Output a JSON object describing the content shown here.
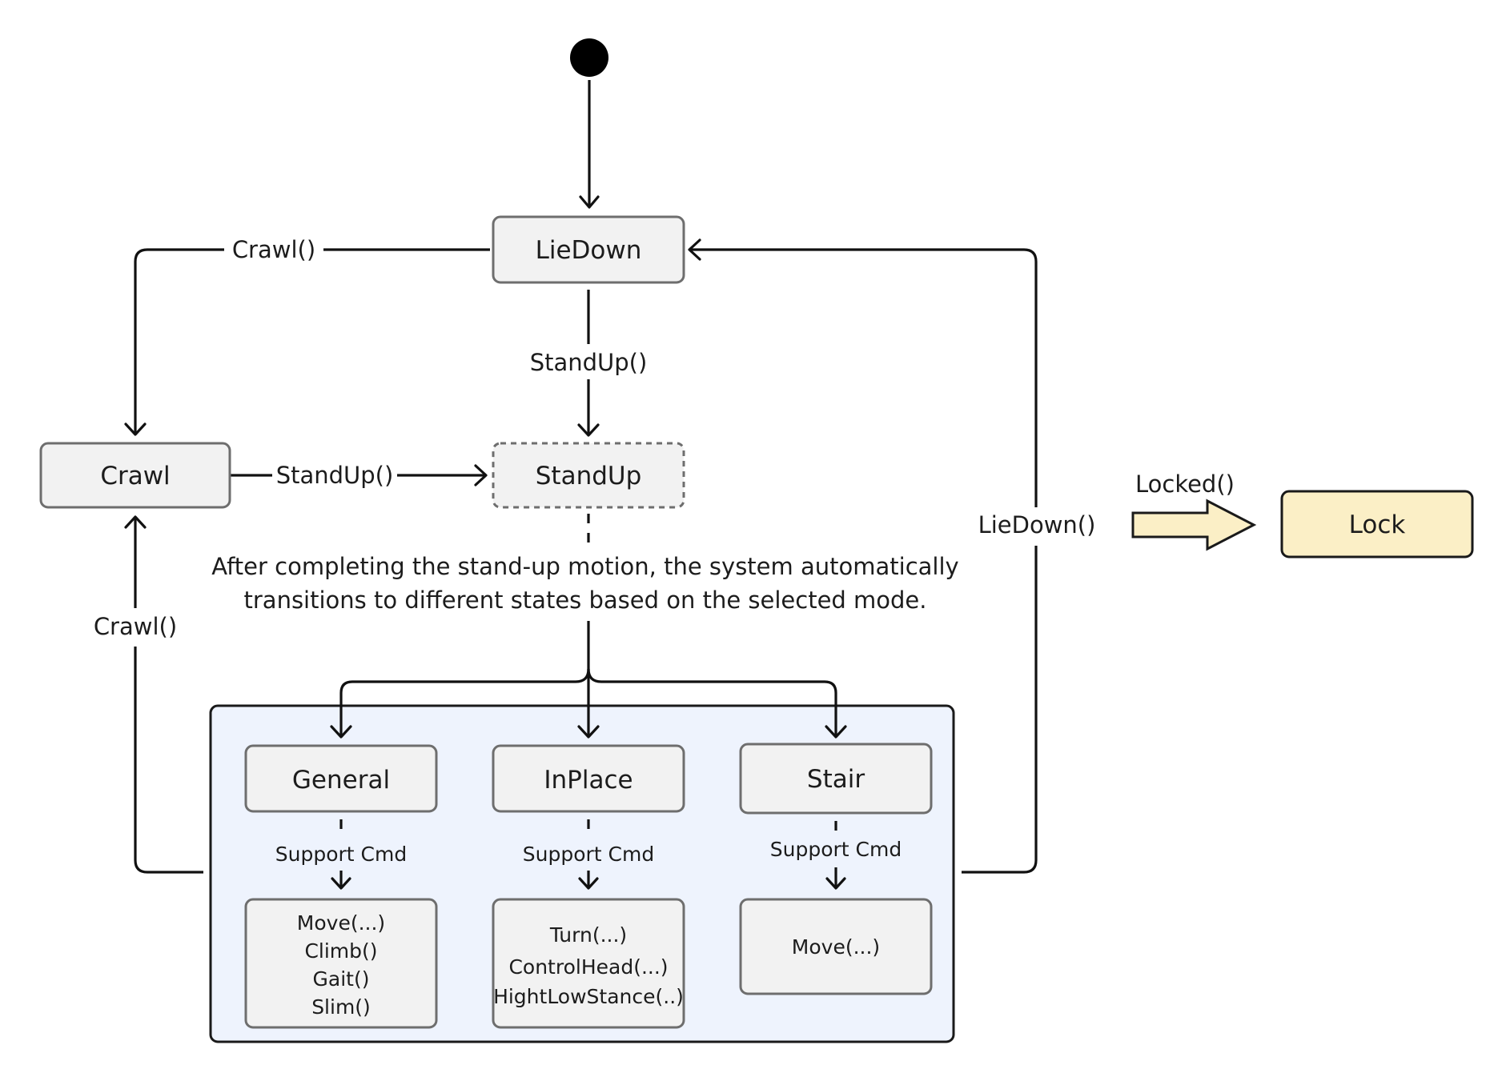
{
  "states": {
    "liedown": "LieDown",
    "standup": "StandUp",
    "crawl": "Crawl",
    "lock": "Lock",
    "general": "General",
    "inplace": "InPlace",
    "stair": "Stair"
  },
  "transitions": {
    "crawl_from_liedown": "Crawl()",
    "standup_from_liedown": "StandUp()",
    "standup_from_crawl": "StandUp()",
    "crawl_from_modes": "Crawl()",
    "liedown_from_modes": "LieDown()",
    "locked": "Locked()"
  },
  "note": {
    "line1": "After completing the stand-up motion, the system automatically",
    "line2": "transitions to different states based on the selected mode."
  },
  "support": {
    "general_label": "Support Cmd",
    "inplace_label": "Support Cmd",
    "stair_label": "Support Cmd"
  },
  "commands": {
    "general": [
      "Move(...)",
      "Climb()",
      "Gait()",
      "Slim()"
    ],
    "inplace": [
      "Turn(...)",
      "ControlHead(...)",
      "HightLowStance(..)"
    ],
    "stair": [
      "Move(...)"
    ]
  },
  "colors": {
    "node_fill": "#f2f2f2",
    "group_fill": "#eef3fd",
    "lock_fill": "#fbefc6",
    "line": "#111111"
  }
}
